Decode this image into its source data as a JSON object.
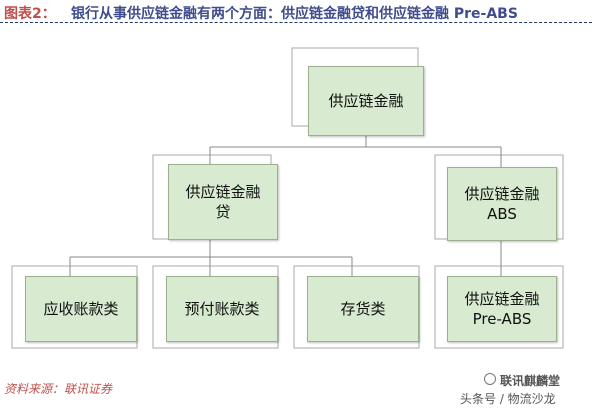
{
  "header": {
    "prefix": "图表2：",
    "title": "银行从事供应链金融有两个方面：供应链金融贷和供应链金融 Pre-ABS"
  },
  "diagram": {
    "root": "供应链金融",
    "loan": {
      "line1": "供应链金融",
      "line2": "贷"
    },
    "abs": {
      "line1": "供应链金融",
      "line2": "ABS"
    },
    "receivables": "应收账款类",
    "prepayment": "预付账款类",
    "inventory": "存货类",
    "pre_abs": {
      "line1": "供应链金融",
      "line2": "Pre-ABS"
    }
  },
  "footer": {
    "source": "资料来源：联讯证券",
    "watermark_line1": "联讯麒麟堂",
    "watermark_line2": "头条号 / 物流沙龙"
  },
  "colors": {
    "node_fill": "#d8ead0",
    "node_border": "#9cb08f",
    "outline": "#aaaaaa",
    "prefix_red": "#c0504d",
    "title_blue": "#404d8c"
  }
}
